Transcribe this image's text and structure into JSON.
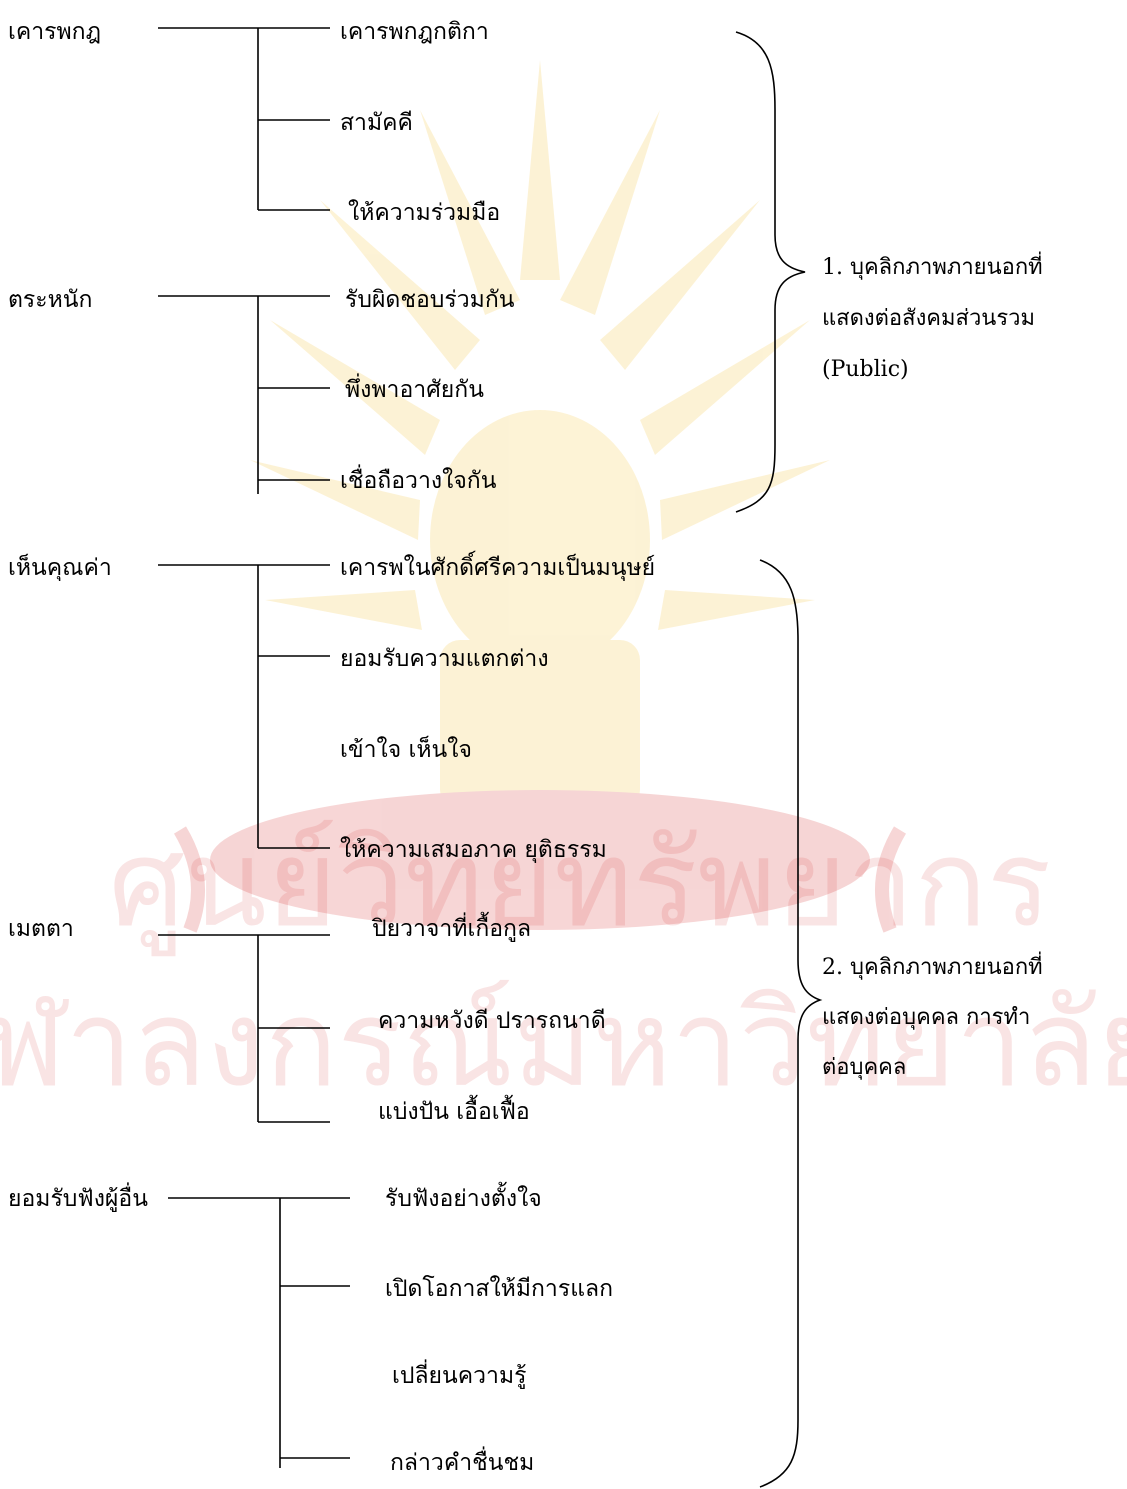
{
  "watermark": {
    "text_line1": "ศูนย์วิทยทรัพยากร",
    "text_line2": "จุฬาลงกรณ์มหาวิทยาลัย"
  },
  "groups": [
    {
      "label": "เคารพกฎ",
      "items": [
        "เคารพกฎกติกา",
        "สามัคคี",
        "ให้ความร่วมมือ"
      ]
    },
    {
      "label": "ตระหนัก",
      "items": [
        "รับผิดชอบร่วมกัน",
        "พึ่งพาอาศัยกัน",
        "เชื่อถือวางใจกัน"
      ]
    },
    {
      "label": "เห็นคุณค่า",
      "items": [
        "เคารพในศักดิ์ศรีความเป็นมนุษย์",
        "ยอมรับความแตกต่าง",
        "เข้าใจ เห็นใจ",
        "ให้ความเสมอภาค ยุติธรรม"
      ]
    },
    {
      "label": "เมตตา",
      "items": [
        "ปิยวาจาที่เกื้อกูล",
        "ความหวังดี ปรารถนาดี",
        "แบ่งปัน เอื้อเฟื้อ"
      ]
    },
    {
      "label": "ยอมรับฟังผู้อื่น",
      "items": [
        "รับฟังอย่างตั้งใจ",
        "เปิดโอกาสให้มีการแลก",
        "เปลี่ยนความรู้",
        "กล่าวคำชื่นชม"
      ]
    }
  ],
  "brackets": [
    {
      "lines": [
        "1.  บุคลิกภาพภายนอกที่",
        "แสดงต่อสังคมส่วนรวม",
        "(Public)"
      ]
    },
    {
      "lines": [
        "2.  บุคลิกภาพภายนอกที่",
        "แสดงต่อบุคคล  การทำ",
        "ต่อบุคคล"
      ]
    }
  ]
}
